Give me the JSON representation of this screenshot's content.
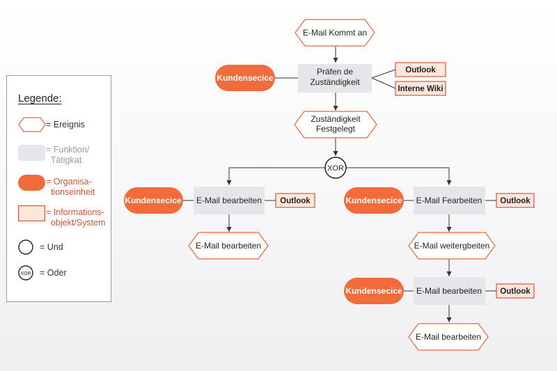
{
  "colors": {
    "accent": "#f26b3a",
    "event_border": "#f0643c",
    "function_fill": "#e6e6ea",
    "info_fill": "#fde6dc",
    "info_border": "#e0553a",
    "connector": "#333333"
  },
  "legend": {
    "title": "Legende:",
    "event_label": "= Ereignis",
    "function_label": "= Funktion/\n  Tätigkat",
    "org_label": "= Organisa-\n  tionseinheit",
    "info_label": "= Informations-\n  objekt/System",
    "and_label": "= Und",
    "xor_symbol": "XOR",
    "xor_label": "= Oder"
  },
  "nodes": {
    "event_start": "E-Mail Kommt an",
    "org_top": "Kundensecice",
    "function_check": "Präfen de\nZuständigkeit",
    "info_outlook_top": "Outlook",
    "info_wiki": "Interne Wiki",
    "event_fixed": "Zuständigkeit\nFestgelegt",
    "xor_gateway": "XOR",
    "org_left": "Kundensecice",
    "function_left": "E-Mail bearbeiten",
    "info_outlook_left": "Outlook",
    "event_left_end": "E-Mail bearbeiten",
    "org_right": "Kundensecice",
    "function_right": "E-Mail Fearbeiten",
    "info_outlook_right": "Outlook",
    "event_forwarded": "E-Mail weitergbeiten",
    "org_bottom": "Kundensecice",
    "function_bottom": "E-Mail bearbeiten",
    "info_outlook_bottom": "Outlook",
    "event_final": "E-Mail bearbeiten"
  }
}
